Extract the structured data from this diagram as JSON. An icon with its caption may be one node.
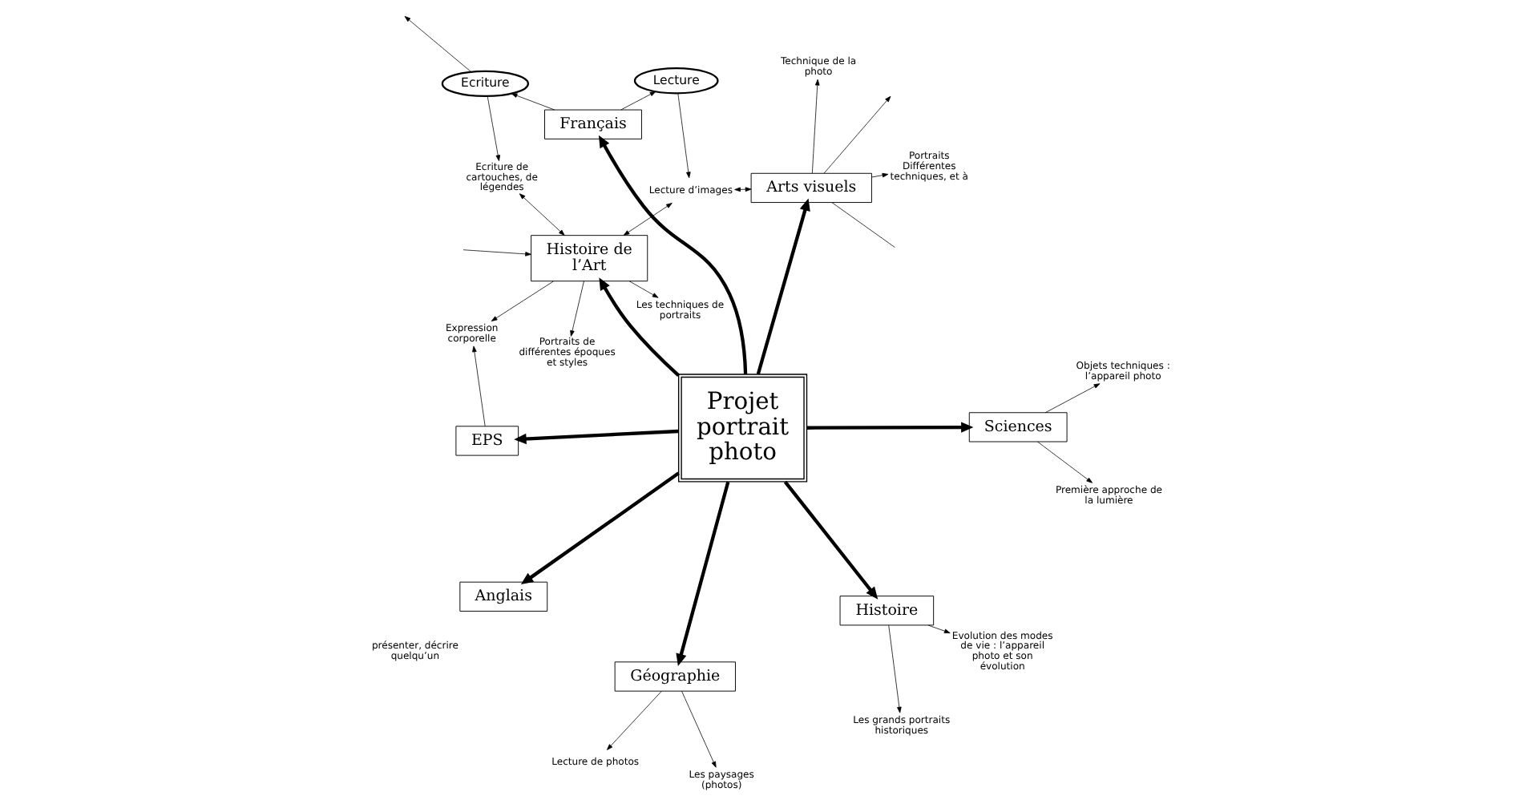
{
  "diagram": {
    "nodes": [
      {
        "text": [
          "Anglais"
        ]
      },
      {
        "text": [
          "Histoire"
        ]
      },
      {
        "text": [
          "Géographie"
        ]
      },
      {
        "text": [
          "EPS"
        ]
      },
      {
        "text": [
          "Les paysages (photos)"
        ]
      },
      {
        "text": [
          "Lecture de photos"
        ]
      },
      {
        "text": [
          "Les grands portraits historiques"
        ]
      },
      {
        "text": [
          "Evolution des modes de vie : l’appareil photo et son évolution"
        ]
      },
      {
        "text": [
          "Sciences"
        ]
      },
      {
        "text": [
          "Les techniques de portraits"
        ]
      },
      {
        "text": [
          "Expression corporelle"
        ]
      },
      {
        "text": [
          "Histoire de l’Art"
        ]
      },
      {
        "text": [
          "Projet portrait photo"
        ]
      },
      {
        "text": [
          "Première approche de la lumière"
        ]
      },
      {
        "text": [
          "Objets techniques : l’appareil photo"
        ]
      },
      {
        "text": [
          "Portraits de différentes époques et styles"
        ]
      },
      {
        "text": [
          "Arts visuels"
        ]
      },
      {
        "text": [
          "Ecriture de cartouches, de légendes"
        ]
      },
      {
        "text": [
          "Français"
        ]
      },
      {
        "text": [
          "Technique de la photo"
        ]
      },
      {
        "text": [
          "Ecriture"
        ]
      },
      {
        "text": [
          "Lecture"
        ]
      },
      {
        "text": [
          "Lecture d’images"
        ]
      },
      {
        "text": [
          "Portraits Différentes techniques, et à"
        ]
      }
    ],
    "edges": [
      {
        "from": 12,
        "to": 0,
        "arrow": "to",
        "style": "thick"
      },
      {
        "from": 12,
        "to": 3,
        "arrow": "to",
        "style": "thick"
      },
      {
        "from": 12,
        "to": 2,
        "arrow": "to",
        "style": "thick"
      },
      {
        "from": 12,
        "to": 1,
        "arrow": "to",
        "style": "thick"
      },
      {
        "from": 12,
        "to": 8,
        "arrow": "to",
        "style": "thick"
      },
      {
        "from": 12,
        "to": 11,
        "arrow": "to",
        "style": "thick"
      },
      {
        "from": 12,
        "to": 18,
        "arrow": "to",
        "style": "thick"
      },
      {
        "from": 12,
        "to": 16,
        "arrow": "to",
        "style": "thick"
      },
      {
        "from": 2,
        "to": 4,
        "arrow": "to"
      },
      {
        "from": 2,
        "to": 5,
        "arrow": "to"
      },
      {
        "from": 1,
        "to": 6,
        "arrow": "to"
      },
      {
        "from": 1,
        "to": 7,
        "arrow": "to"
      },
      {
        "from": 8,
        "to": 13,
        "arrow": "to"
      },
      {
        "from": 8,
        "to": 14,
        "arrow": "to"
      },
      {
        "from": 3,
        "to": 10,
        "arrow": "to"
      },
      {
        "from": 11,
        "to": 9,
        "arrow": "to"
      },
      {
        "from": 11,
        "to": 10,
        "arrow": "to"
      },
      {
        "from": null,
        "to": 11,
        "arrow": "to"
      },
      {
        "from": 11,
        "to": 15,
        "arrow": "to"
      },
      {
        "from": 11,
        "to": 17,
        "arrow": "both"
      },
      {
        "from": 22,
        "to": 11,
        "arrow": "both"
      },
      {
        "from": 18,
        "to": 20,
        "arrow": "to"
      },
      {
        "from": 18,
        "to": 21,
        "arrow": "to"
      },
      {
        "from": 20,
        "to": 17,
        "arrow": "to"
      },
      {
        "from": 20,
        "to": null,
        "arrow": "to"
      },
      {
        "from": 21,
        "to": 22,
        "arrow": "to"
      },
      {
        "from": 16,
        "to": 22,
        "arrow": "both"
      },
      {
        "from": 16,
        "to": 23,
        "arrow": "to"
      },
      {
        "from": 16,
        "to": 19,
        "arrow": "to"
      },
      {
        "from": 16,
        "to": null,
        "arrow": "to"
      },
      {
        "from": 16,
        "to": null,
        "arrow": "none"
      }
    ],
    "labels": [
      "présenter, décrire quelqu’un"
    ]
  }
}
